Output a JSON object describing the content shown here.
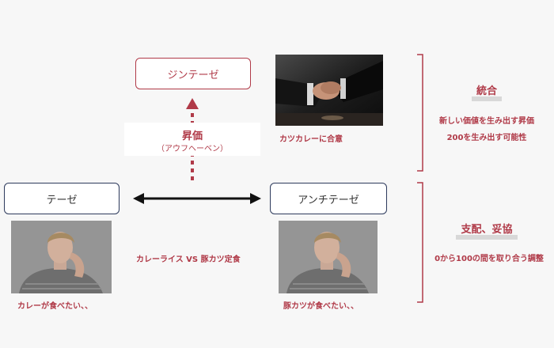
{
  "synthesis": {
    "label": "ジンテーゼ",
    "caption": "カツカレーに合意"
  },
  "thesis": {
    "label": "テーゼ",
    "caption": "カレーが食べたい、、"
  },
  "antithesis": {
    "label": "アンチテーゼ",
    "caption": "豚カツが食べたい、、"
  },
  "sublimation": {
    "title": "昇価",
    "subtitle": "（アウフヘーベン）"
  },
  "versus": {
    "text": "カレーライス VS 豚カツ定食"
  },
  "integration": {
    "title": "統合",
    "lines": [
      "新しい価値を生み出す昇価",
      "200を生み出す可能性"
    ]
  },
  "domination": {
    "title": "支配、妥協",
    "lines": [
      "0から100の間を取り合う調整"
    ]
  },
  "colors": {
    "accent": "#b03a48",
    "box_border": "#2d3a5c",
    "arrow": "#111111",
    "bracket": "#b03a48"
  },
  "icons": [
    "handshake-photo",
    "man-portrait-photo"
  ]
}
